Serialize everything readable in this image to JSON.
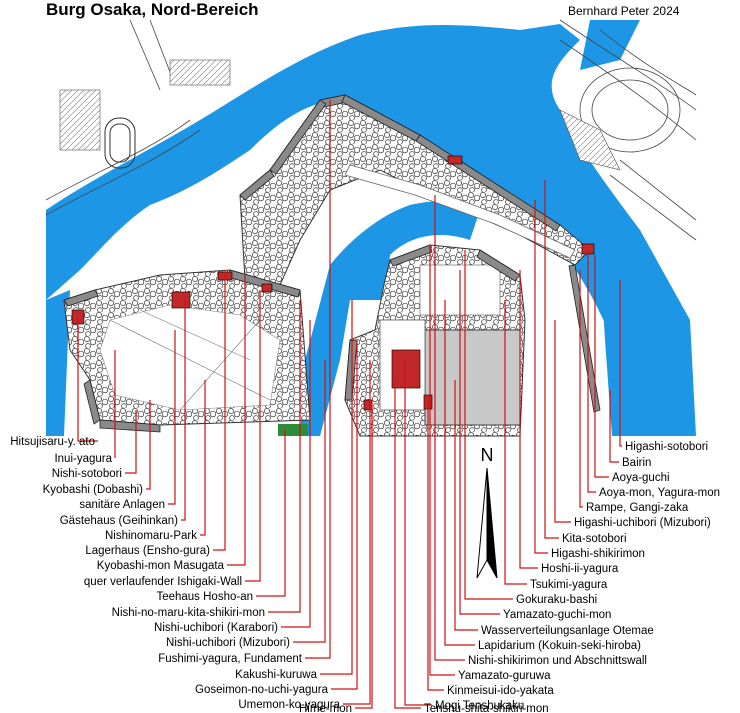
{
  "title": "Burg Osaka, Nord-Bereich",
  "credit": "Bernhard Peter 2024",
  "north_label": "N",
  "colors": {
    "water": "#1e96e6",
    "leader": "#d01010",
    "wall_face": "#8a8a8a",
    "building": "#c0282a",
    "green": "#2e8b3a"
  },
  "labels_left": [
    "Hitsujisaru-y. ato",
    "Inui-yagura",
    "Nishi-sotobori",
    "Kyobashi (Dobashi)",
    "sanitäre Anlagen",
    "Gästehaus (Geihinkan)",
    "Nishinomaru-Park",
    "Lagerhaus (Ensho-gura)",
    "Kyobashi-mon Masugata",
    "quer verlaufender Ishigaki-Wall",
    "Teehaus Hosho-an",
    "Nishi-no-maru-kita-shikiri-mon",
    "Nishi-uchibori (Karabori)",
    "Nishi-uchibori (Mizubori)",
    "Fushimi-yagura, Fundament",
    "Kakushi-kuruwa",
    "Goseimon-no-uchi-yagura",
    "Umemon-ko-yagura",
    "Hime-mon"
  ],
  "labels_right": [
    "Higashi-sotobori",
    "Bairin",
    "Aoya-guchi",
    "Aoya-mon, Yagura-mon",
    "Rampe, Gangi-zaka",
    "Higashi-uchibori (Mizubori)",
    "Kita-sotobori",
    "Higashi-shikirimon",
    "Hoshi-ii-yagura",
    "Tsukimi-yagura",
    "Gokuraku-bashi",
    "Yamazato-guchi-mon",
    "Wasserverteilungsanlage Otemae",
    "Lapidarium (Kokuin-seki-hiroba)",
    "Nishi-shikirimon und Abschnittswall",
    "Yamazato-guruwa",
    "Kinmeisui-ido-yakata",
    "Mogi Tenshukaku",
    "Tenshu-shita-shikiri-mon"
  ]
}
